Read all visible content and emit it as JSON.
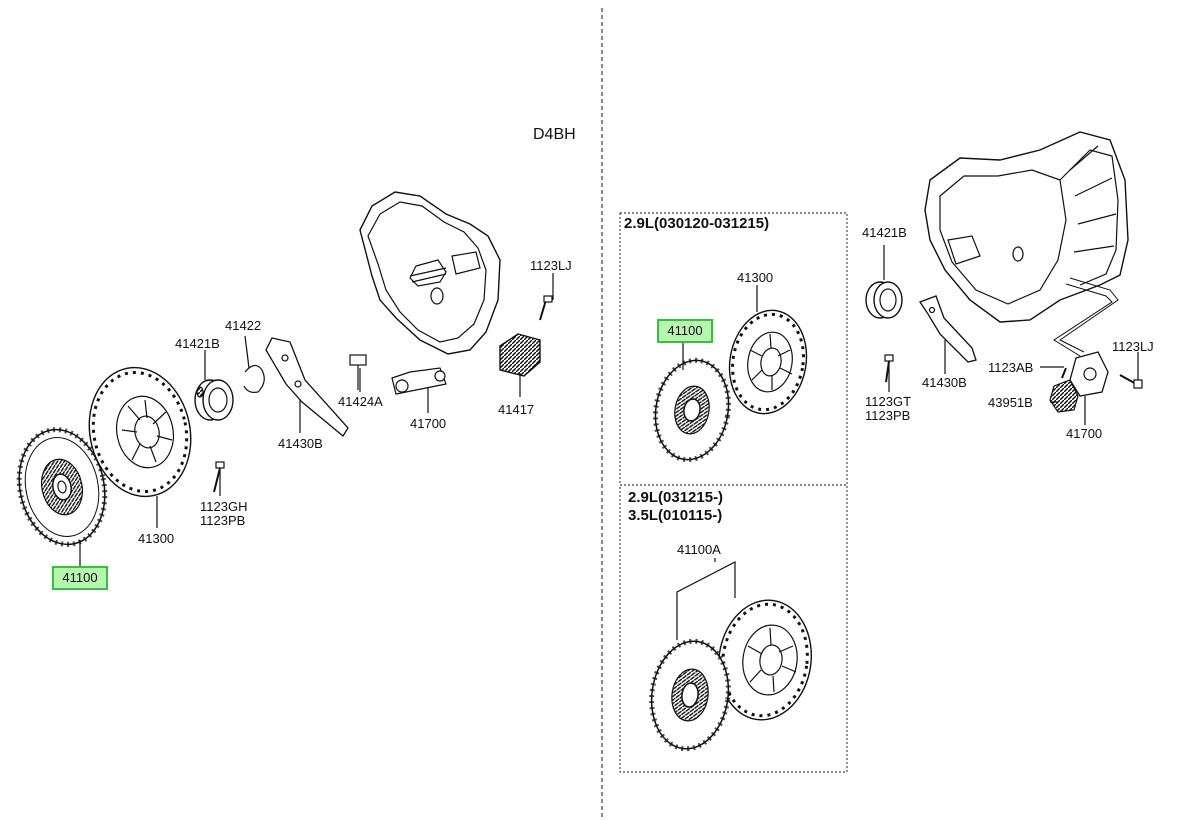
{
  "engine_label": "D4BH",
  "left": {
    "labels": [
      "41422",
      "41421B",
      "1123LJ",
      "41424A",
      "41700",
      "41417",
      "41430B",
      "1123GH",
      "1123PB",
      "41300"
    ],
    "highlight": "41100"
  },
  "variant1": {
    "title": "2.9L(030120-031215)",
    "labels": [
      "41300"
    ],
    "highlight": "41100"
  },
  "variant2": {
    "title_line1": "2.9L(031215-)",
    "title_line2": "3.5L(010115-)",
    "label": "41100A"
  },
  "right": {
    "labels": [
      "41421B",
      "1123LJ",
      "1123AB",
      "41430B",
      "1123GT",
      "1123PB",
      "43951B",
      "41700"
    ]
  },
  "colors": {
    "highlight_fill": "#b8f5b0",
    "highlight_border": "#33c23a"
  }
}
